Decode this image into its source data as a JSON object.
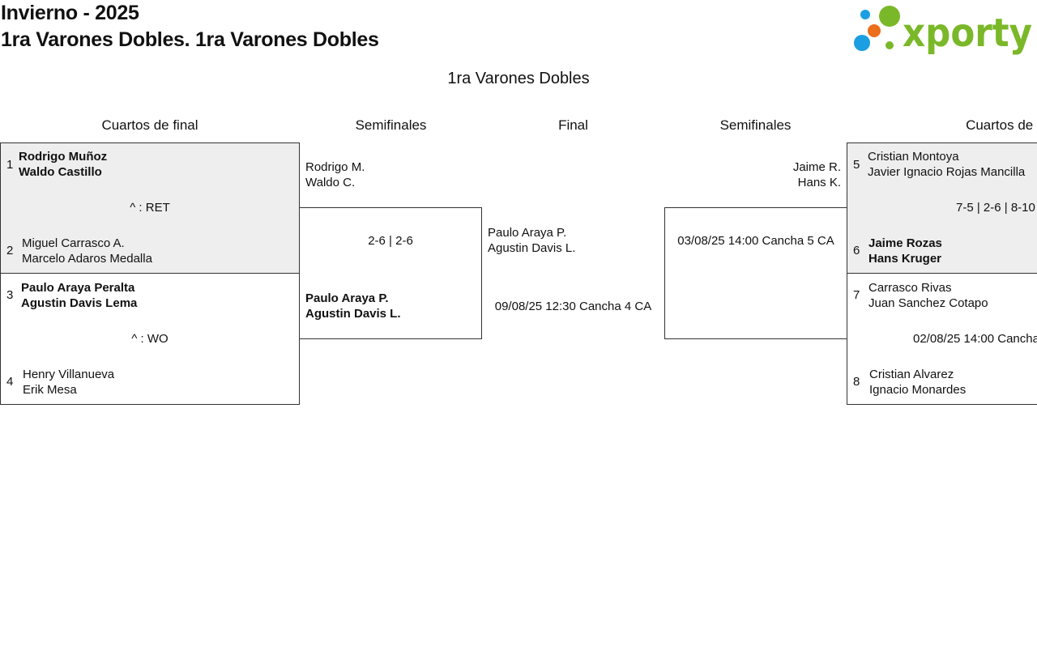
{
  "header": {
    "title": "Invierno - 2025",
    "subtitle": "1ra Varones Dobles. 1ra Varones Dobles",
    "logo_text": "xporty"
  },
  "draw_title": "1ra Varones Dobles",
  "rounds": {
    "left_qf": "Cuartos de final",
    "left_sf": "Semifinales",
    "final": "Final",
    "right_sf": "Semifinales",
    "right_qf": "Cuartos de fin"
  },
  "left_qf": {
    "m1": {
      "seed_a": "1",
      "a1": "Rodrigo Muñoz",
      "a2": "Waldo Castillo",
      "info": "^ : RET",
      "seed_b": "2",
      "b1": "Miguel Carrasco A.",
      "b2": "Marcelo Adaros Medalla"
    },
    "m2": {
      "seed_a": "3",
      "a1": "Paulo Araya Peralta",
      "a2": "Agustin Davis Lema",
      "info": "^ : WO",
      "seed_b": "4",
      "b1": "Henry Villanueva",
      "b2": "Erik Mesa"
    }
  },
  "left_sf": {
    "a1": "Rodrigo M.",
    "a2": "Waldo C.",
    "score": "2-6 | 2-6",
    "b1": "Paulo Araya P.",
    "b2": "Agustin Davis L."
  },
  "final": {
    "p1": "Paulo Araya P.",
    "p2": "Agustin Davis L.",
    "schedule": "09/08/25 12:30 Cancha 4 CA"
  },
  "right_sf": {
    "a1": "Jaime R.",
    "a2": "Hans K.",
    "schedule": "03/08/25 14:00 Cancha 5 CA"
  },
  "right_qf": {
    "m1": {
      "seed_a": "5",
      "a1": "Cristian Montoya",
      "a2": "Javier Ignacio Rojas Mancilla",
      "info": "7-5 | 2-6 | 8-10",
      "seed_b": "6",
      "b1": "Jaime Rozas",
      "b2": "Hans Kruger"
    },
    "m2": {
      "seed_a": "7",
      "a1": "Carrasco Rivas",
      "a2": "Juan Sanchez Cotapo",
      "info": "02/08/25 14:00 Cancha",
      "seed_b": "8",
      "b1": "Cristian Alvarez",
      "b2": "Ignacio Monardes"
    }
  },
  "colors": {
    "grey_box": "#eeeeee",
    "logo_green": "#7ab829",
    "logo_blue": "#1b9ee2",
    "logo_orange": "#ec6d1a"
  }
}
